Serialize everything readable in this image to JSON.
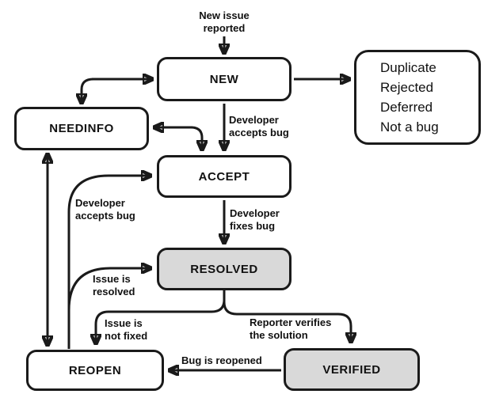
{
  "note_new_issue": {
    "line1": "New issue",
    "line2": "reported"
  },
  "states": {
    "new": "NEW",
    "needinfo": "NEEDINFO",
    "accept": "ACCEPT",
    "resolved": "RESOLVED",
    "reopen": "REOPEN",
    "verified": "VERIFIED"
  },
  "resolutions": {
    "items": [
      "Duplicate",
      "Rejected",
      "Deferred",
      "Not a bug"
    ]
  },
  "edges": {
    "developer_accepts_bug_top": {
      "line1": "Developer",
      "line2": "accepts bug"
    },
    "developer_accepts_bug_left": {
      "line1": "Developer",
      "line2": "accepts bug"
    },
    "developer_fixes_bug": {
      "line1": "Developer",
      "line2": "fixes bug"
    },
    "issue_is_resolved": {
      "line1": "Issue is",
      "line2": "resolved"
    },
    "issue_is_not_fixed": {
      "line1": "Issue is",
      "line2": "not fixed"
    },
    "reporter_verifies": {
      "line1": "Reporter verifies",
      "line2": "the solution"
    },
    "bug_is_reopened": "Bug is reopened"
  },
  "colors": {
    "line": "#1a1a1a",
    "state_fill": "#ffffff",
    "terminal_fill": "#d9d9d9",
    "background": "#ffffff"
  }
}
